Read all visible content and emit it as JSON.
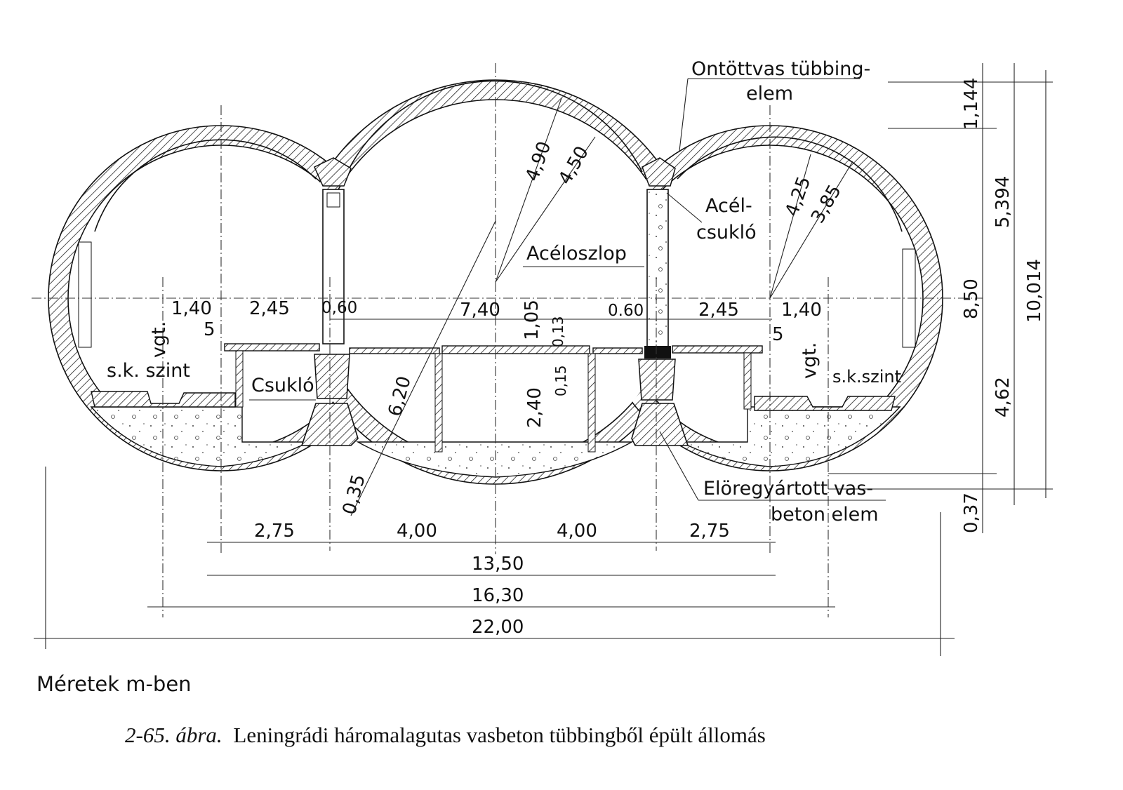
{
  "labels": {
    "cast_iron_segment_1": "Ontöttvas tübbing-",
    "cast_iron_segment_2": "elem",
    "steel_hinge_1": "Acél-",
    "steel_hinge_2": "csukló",
    "steel_column": "Acéloszlop",
    "hinge": "Csukló",
    "rail_level_left": "s.k. szint",
    "rail_level_right": "s.k.szint",
    "track_left": "vgt.",
    "track_right": "vgt.",
    "precast_1": "Elöregyártott vas-",
    "precast_2": "beton elem",
    "units_note": "Méretek m-ben"
  },
  "caption": {
    "number": "2-65. ábra.",
    "text": "Leningrádi háromalagutas vasbeton tübbingből épült állomás"
  },
  "dimensions": {
    "r_mid_outer": "4,90",
    "r_mid_inner": "4,50",
    "r_side_outer": "4,25",
    "r_side_inner": "3,85",
    "r_invert": "6,20",
    "invert_thickness": "0,35",
    "left_140": "1,40",
    "left_245": "2,45",
    "left_060": "0,60",
    "mid_740": "7,40",
    "mid_105": "1,05",
    "mid_013": "0,13",
    "mid_015": "0,15",
    "mid_240": "2,40",
    "right_060": "0.60",
    "right_245": "2,45",
    "right_140": "1,40",
    "left_5": "5",
    "right_5": "5",
    "b_275_l": "2,75",
    "b_400_l": "4,00",
    "b_400_r": "4,00",
    "b_275_r": "2,75",
    "b_1350": "13,50",
    "b_1630": "16,30",
    "b_2200": "22,00",
    "v_1144": "1,144",
    "v_5394": "5,394",
    "v_10014": "10,014",
    "v_850": "8,50",
    "v_462": "4,62",
    "v_037": "0,37"
  }
}
